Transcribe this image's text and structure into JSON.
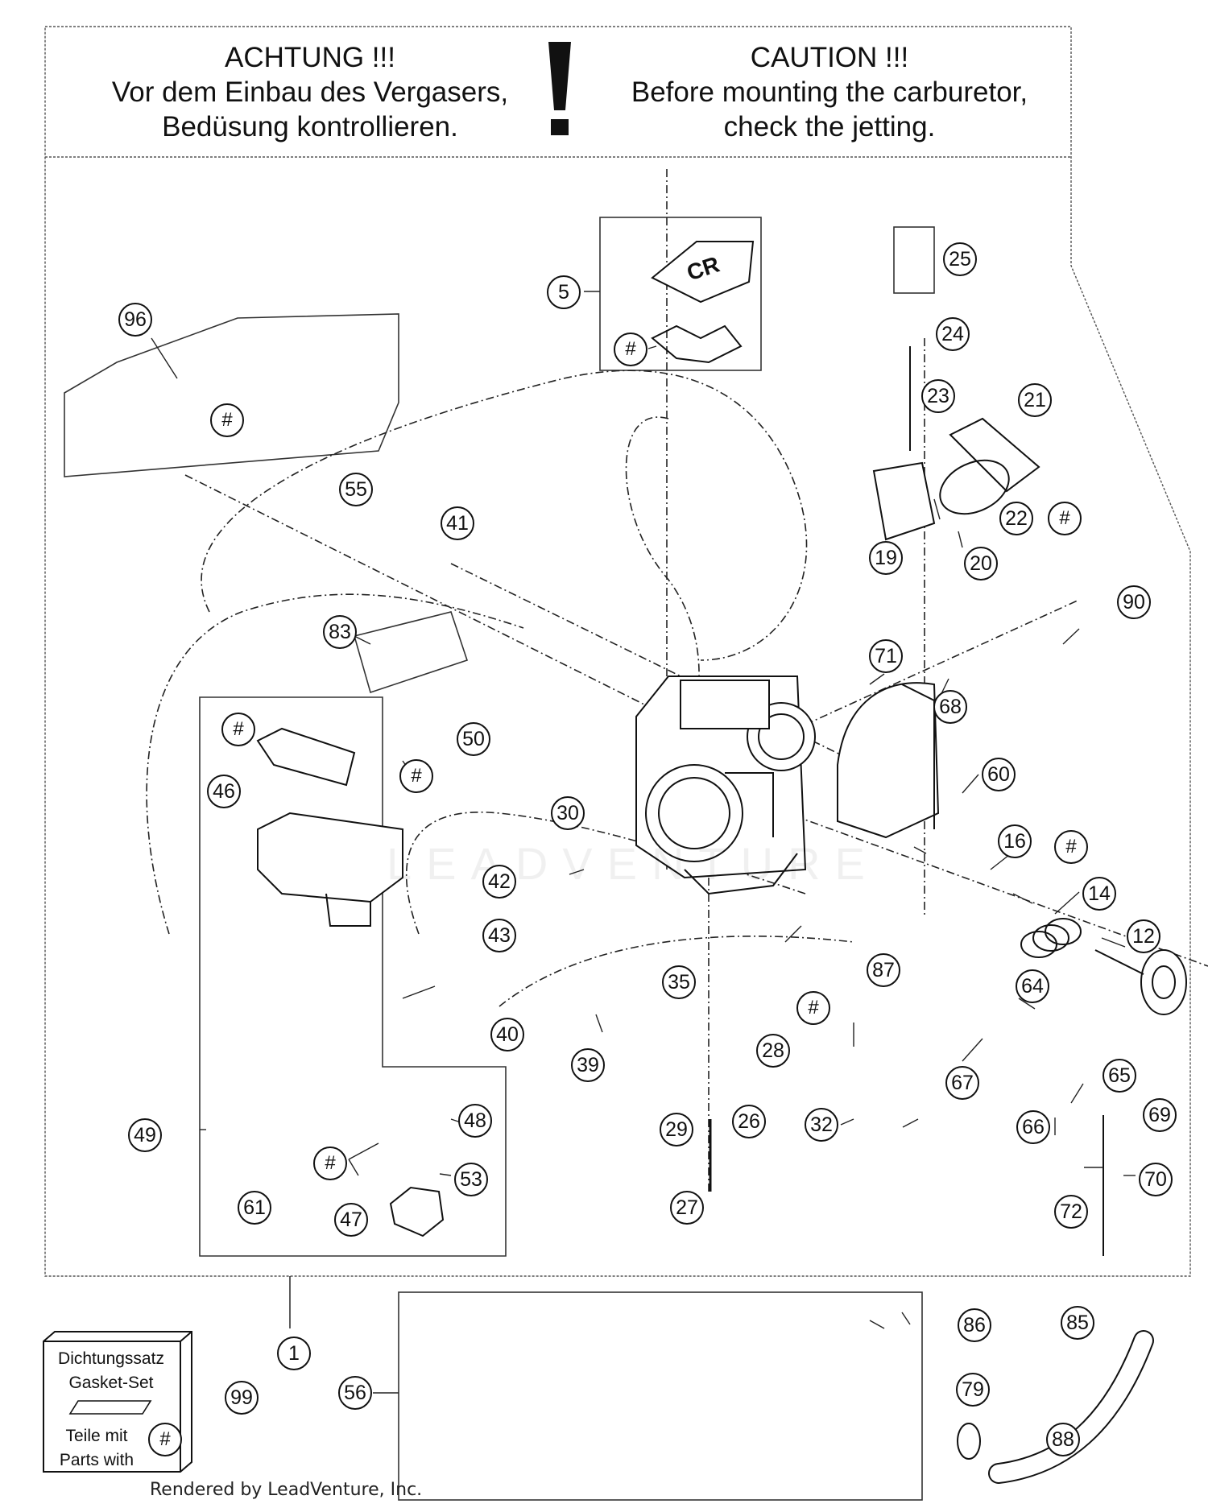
{
  "header": {
    "de_line1": "ACHTUNG !!!",
    "de_line2": "Vor dem Einbau des Vergasers,",
    "de_line3": "Bedüsung kontrollieren.",
    "exclamation": "!",
    "en_line1": "CAUTION !!!",
    "en_line2": "Before mounting the carburetor,",
    "en_line3": "check the jetting."
  },
  "part_labels": {
    "p1": "1",
    "p5": "5",
    "p12": "12",
    "p14": "14",
    "p16": "16",
    "p19": "19",
    "p20": "20",
    "p21": "21",
    "p22": "22",
    "p23": "23",
    "p24": "24",
    "p25": "25",
    "p26": "26",
    "p27": "27",
    "p28": "28",
    "p29": "29",
    "p30": "30",
    "p32": "32",
    "p35": "35",
    "p39": "39",
    "p40": "40",
    "p41": "41",
    "p42": "42",
    "p43": "43",
    "p46": "46",
    "p47": "47",
    "p48": "48",
    "p49": "49",
    "p50": "50",
    "p53": "53",
    "p55": "55",
    "p56": "56",
    "p60": "60",
    "p61": "61",
    "p64": "64",
    "p65": "65",
    "p66": "66",
    "p67": "67",
    "p68": "68",
    "p69": "69",
    "p70": "70",
    "p71": "71",
    "p72": "72",
    "p79": "79",
    "p83": "83",
    "p85": "85",
    "p86": "86",
    "p87": "87",
    "p88": "88",
    "p90": "90",
    "p96": "96",
    "p99": "99",
    "hash": "#"
  },
  "cap_label": "CR",
  "kit": {
    "line1": "Dichtungssatz",
    "line2": "Gasket-Set",
    "line3": "Teile mit",
    "line4": "Parts with",
    "hash": "#"
  },
  "footer": "Rendered by LeadVenture, Inc.",
  "watermark": "LEADVENTURE"
}
